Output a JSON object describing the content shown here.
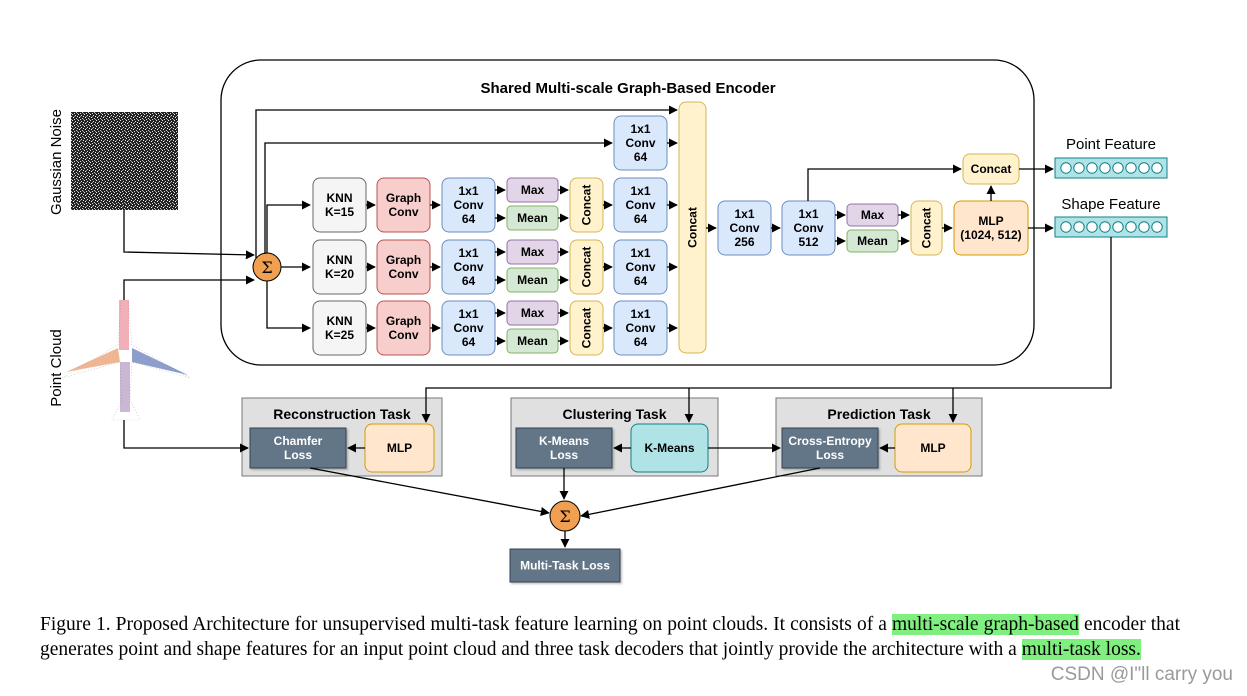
{
  "diagram": {
    "encoder_title": "Shared Multi-scale Graph-Based Encoder",
    "input_labels": {
      "noise": "Gaussian Noise",
      "cloud": "Point Cloud"
    },
    "sigma": "Σ",
    "branches": [
      {
        "knn": [
          "KNN",
          "K=15"
        ]
      },
      {
        "knn": [
          "KNN",
          "K=20"
        ]
      },
      {
        "knn": [
          "KNN",
          "K=25"
        ]
      }
    ],
    "labels": {
      "graph_conv": [
        "Graph",
        "Conv"
      ],
      "conv64": [
        "1x1",
        "Conv",
        "64"
      ],
      "conv256": [
        "1x1",
        "Conv",
        "256"
      ],
      "conv512": [
        "1x1",
        "Conv",
        "512"
      ],
      "max": "Max",
      "mean": "Mean",
      "concat": "Concat",
      "mlp_enc": [
        "MLP",
        "(1024, 512)"
      ],
      "mlp": "MLP"
    },
    "features": {
      "point": "Point Feature",
      "shape": "Shape Feature"
    },
    "tasks": {
      "reconstruction": {
        "title": "Reconstruction Task",
        "loss": [
          "Chamfer",
          "Loss"
        ],
        "module": "MLP"
      },
      "clustering": {
        "title": "Clustering Task",
        "loss": [
          "K-Means",
          "Loss"
        ],
        "module": "K-Means"
      },
      "prediction": {
        "title": "Prediction Task",
        "loss": [
          "Cross-Entropy",
          "Loss"
        ],
        "module": "MLP"
      }
    },
    "multitask_loss": "Multi-Task Loss",
    "colors": {
      "knn": "#f5f5f5",
      "graph": "#f8cecc",
      "conv": "#dae8fc",
      "max": "#e1d5e7",
      "mean": "#d5e8d4",
      "concat": "#fff2cc",
      "mlp": "#ffe6cc",
      "feature": "#b0e3e6",
      "loss": "#647687",
      "sigma": "#f0a050",
      "task_bg": "#e0e0e0"
    }
  },
  "caption": {
    "part1": "Figure 1. Proposed Architecture for unsupervised multi-task feature learning on point clouds.  It consists of a ",
    "hl1": "multi-scale graph-based",
    "part2": " encoder that generates point and shape features for an input point cloud and three task decoders that jointly provide the architecture with a ",
    "hl2": "multi-task loss."
  },
  "watermark": "CSDN @I\"ll  carry  you"
}
